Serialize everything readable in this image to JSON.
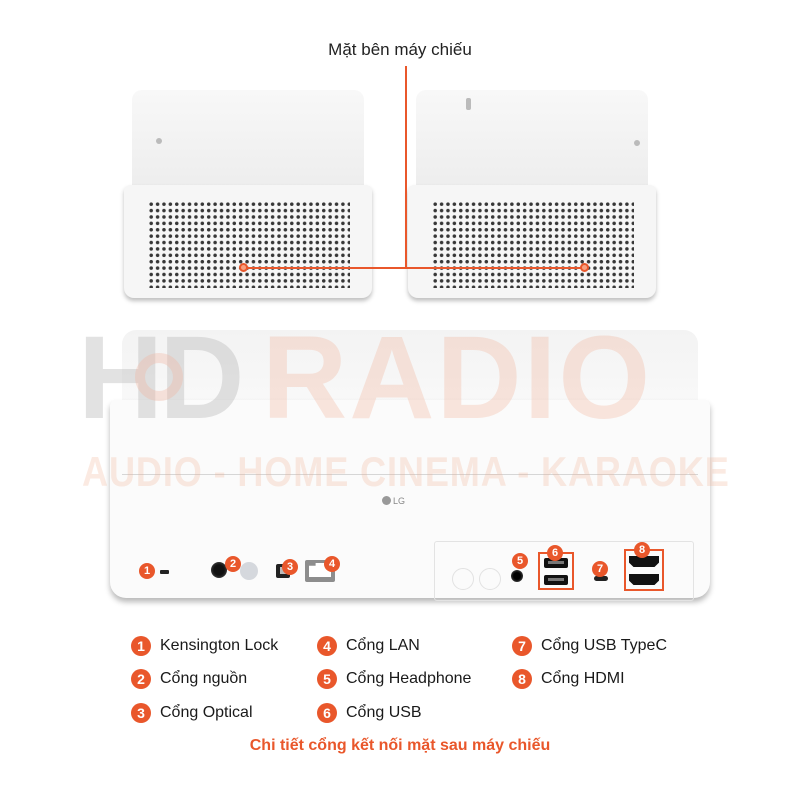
{
  "header": {
    "side_view_title": "Mặt bên máy chiếu"
  },
  "watermark": {
    "brand_hd": "HD",
    "brand_radio": "RADIO",
    "tagline": "AUDIO - HOME CINEMA - KARAOKE"
  },
  "device": {
    "logo_text": "LG"
  },
  "ports": [
    {
      "number": "1",
      "label": "Kensington Lock"
    },
    {
      "number": "2",
      "label": "Cổng nguồn"
    },
    {
      "number": "3",
      "label": "Cổng Optical"
    },
    {
      "number": "4",
      "label": "Cổng LAN"
    },
    {
      "number": "5",
      "label": "Cổng Headphone"
    },
    {
      "number": "6",
      "label": "Cổng USB"
    },
    {
      "number": "7",
      "label": "Cổng USB TypeC"
    },
    {
      "number": "8",
      "label": "Cổng HDMI"
    }
  ],
  "caption": "Chi tiết cổng kết nối mặt sau máy chiếu",
  "colors": {
    "accent": "#E9572B",
    "background": "#FFFFFF",
    "device_body": "#F8F8F8"
  }
}
